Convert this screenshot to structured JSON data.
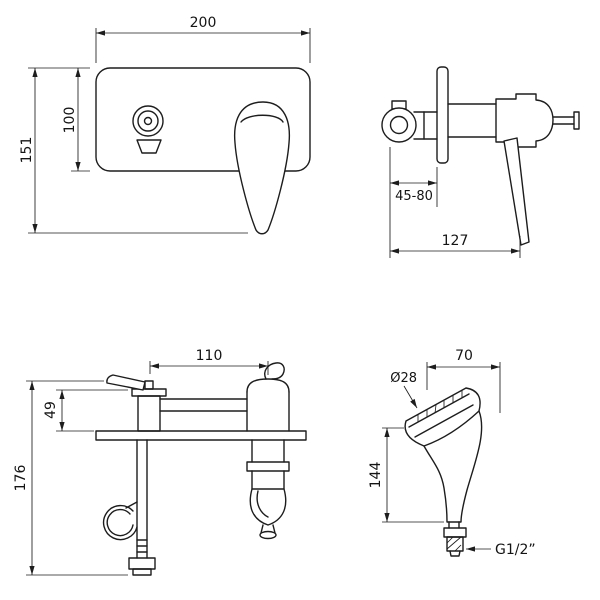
{
  "drawing": {
    "front_view": {
      "width_mm": "200",
      "plate_height_mm": "100",
      "overall_height_mm": "151"
    },
    "side_view": {
      "wall_depth_range_mm": "45-80",
      "overall_depth_mm": "127"
    },
    "deck_view": {
      "spout_reach_mm": "110",
      "spout_height_mm": "49",
      "overall_height_mm": "176"
    },
    "shower_view": {
      "head_width_mm": "70",
      "head_diameter": "Ø28",
      "body_length_mm": "144",
      "thread_size": "G1/2”"
    }
  }
}
